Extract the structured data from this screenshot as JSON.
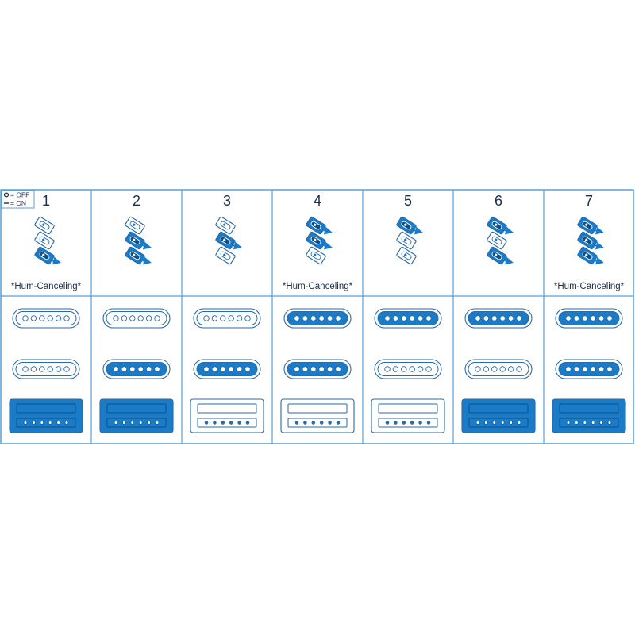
{
  "legend": {
    "off_label": "= OFF",
    "on_label": "= ON"
  },
  "colors": {
    "accent": "#1a7cc8",
    "frame": "#5b9fd6",
    "outline": "#2a6aa6",
    "active_fill": "#1a7cc8",
    "inactive_fill": "#ffffff",
    "text": "#1b2f4a"
  },
  "positions": [
    {
      "number": "1",
      "note": "*Hum-Canceling*",
      "switch": [
        false,
        false,
        true
      ],
      "pickups": [
        false,
        false,
        true
      ]
    },
    {
      "number": "2",
      "note": "",
      "switch": [
        false,
        true,
        true
      ],
      "pickups": [
        false,
        true,
        true
      ]
    },
    {
      "number": "3",
      "note": "",
      "switch": [
        false,
        true,
        false
      ],
      "pickups": [
        false,
        true,
        false
      ]
    },
    {
      "number": "4",
      "note": "*Hum-Canceling*",
      "switch": [
        true,
        true,
        false
      ],
      "pickups": [
        true,
        true,
        false
      ]
    },
    {
      "number": "5",
      "note": "",
      "switch": [
        true,
        false,
        false
      ],
      "pickups": [
        true,
        false,
        false
      ]
    },
    {
      "number": "6",
      "note": "",
      "switch": [
        true,
        false,
        true
      ],
      "pickups": [
        true,
        false,
        true
      ]
    },
    {
      "number": "7",
      "note": "*Hum-Canceling*",
      "switch": [
        true,
        true,
        true
      ],
      "pickups": [
        true,
        true,
        true
      ]
    }
  ],
  "pickup_names": [
    "neck-single-coil",
    "middle-single-coil",
    "bridge-humbucker"
  ]
}
